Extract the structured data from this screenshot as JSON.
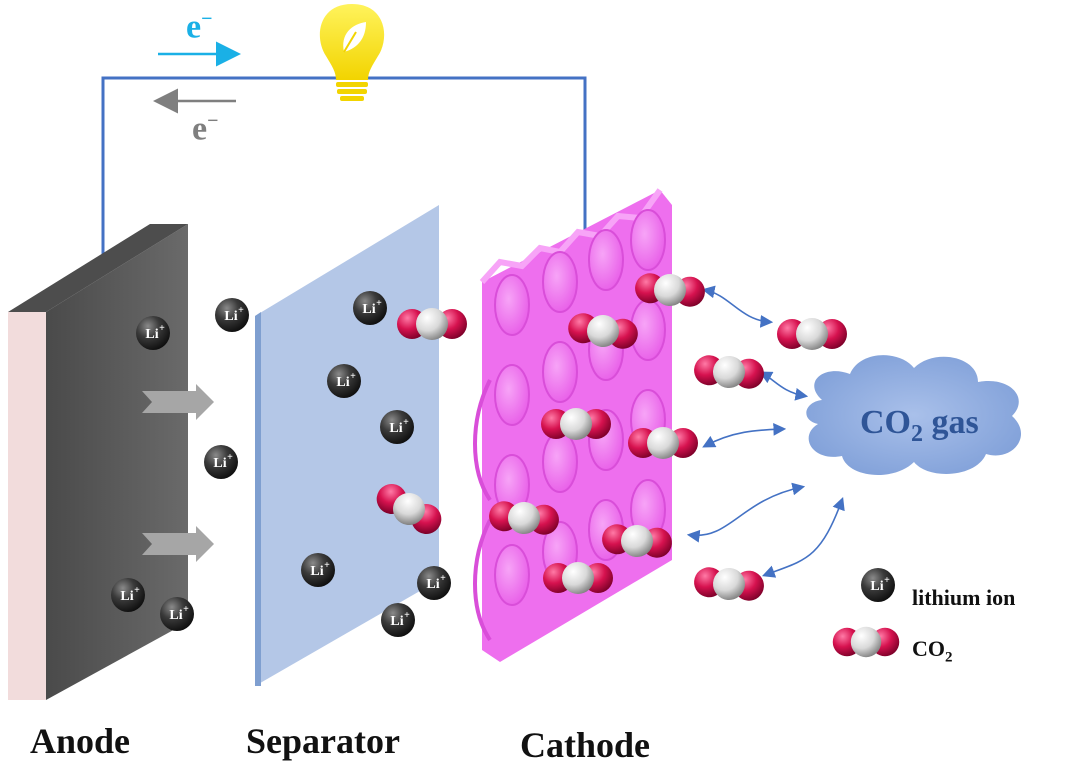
{
  "labels": {
    "anode": "Anode",
    "separator": "Separator",
    "cathode": "Cathode"
  },
  "electron": {
    "symbol": "e",
    "charge": "−",
    "top_color": "#1ab0e6",
    "bottom_color": "#7f7f7f"
  },
  "cloud": {
    "text": "CO",
    "subscript": "2",
    "suffix": " gas",
    "color": "#8eaadb"
  },
  "ion": {
    "symbol": "Li",
    "charge": "+"
  },
  "legend": {
    "lithium_ion": "lithium ion",
    "co2": "CO",
    "co2_sub": "2"
  },
  "colors": {
    "wire": "#4472c4",
    "anode": "#595959",
    "separator": "#b4c7e7",
    "cathode": "#ee6fee",
    "oxygen": "#d6124f",
    "carbon": "#d9d9d9"
  },
  "icons": {
    "bulb": "lightbulb-leaf-icon"
  }
}
